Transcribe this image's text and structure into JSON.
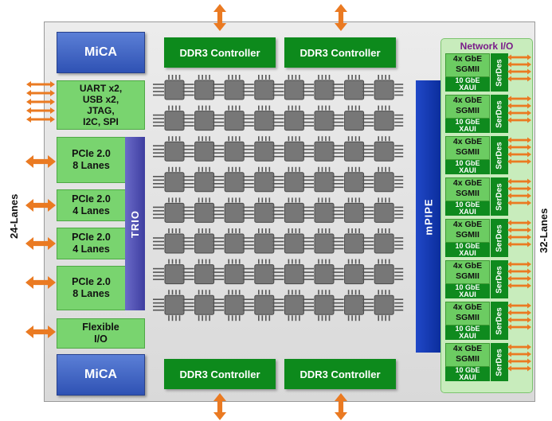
{
  "mica_top": "MiCA",
  "mica_bottom": "MiCA",
  "ddr_top": [
    "DDR3 Controller",
    "DDR3 Controller"
  ],
  "ddr_bottom": [
    "DDR3 Controller",
    "DDR3 Controller"
  ],
  "io_lines": [
    "UART x2,",
    "USB x2,",
    "JTAG,",
    "I2C, SPI"
  ],
  "pcie": [
    {
      "line1": "PCIe 2.0",
      "line2": "8 Lanes"
    },
    {
      "line1": "PCIe 2.0",
      "line2": "4 Lanes"
    },
    {
      "line1": "PCIe 2.0",
      "line2": "4 Lanes"
    },
    {
      "line1": "PCIe 2.0",
      "line2": "8 Lanes"
    }
  ],
  "flexible_io": [
    "Flexible",
    "I/O"
  ],
  "trio_label": "TRIO",
  "mpipe_label": "mPIPE",
  "network_title": "Network I/O",
  "net_block": {
    "gbe": "4x GbE",
    "sgmii": "SGMII",
    "xaui_1": "10 GbE",
    "xaui_2": "XAUI",
    "serdes": "SerDes"
  },
  "left_side_label": "24-Lanes",
  "right_side_label": "32-Lanes",
  "tile_grid": {
    "rows": 8,
    "cols": 8
  },
  "colors": {
    "arrow": "#ea7a22",
    "tile": "#777777",
    "ddr": "#0d8a1c",
    "io_green": "#79d46f",
    "mica_blue": "#3a5fc4",
    "trio": "#4b4bb0",
    "mpipe": "#1438b0",
    "network_title": "#7a1b8a"
  }
}
